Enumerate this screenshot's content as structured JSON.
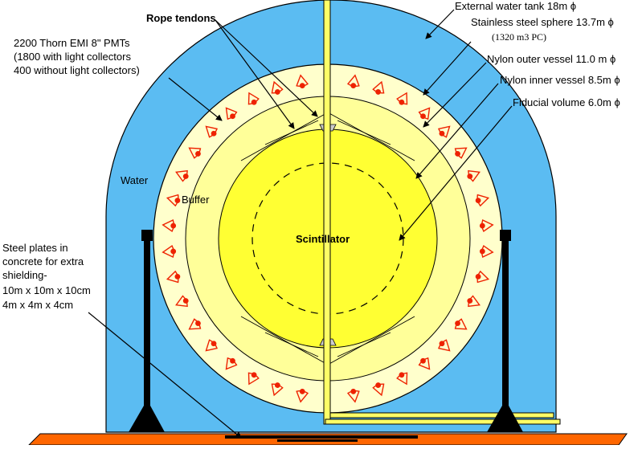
{
  "labels": {
    "rope_tendons": "Rope tendons",
    "pmts_line1": "2200 Thorn EMI 8\" PMTs",
    "pmts_line2": "(1800 with light collectors",
    "pmts_line3": "400 without  light collectors)",
    "water": "Water",
    "buffer": "Buffer",
    "scintillator": "Scintillator",
    "external_tank": "External water tank 18m ϕ",
    "steel_sphere": "Stainless steel sphere 13.7m ϕ",
    "steel_sphere_volume": "(1320 m3 PC)",
    "outer_vessel": "Nylon outer vessel 11.0 m ϕ",
    "inner_vessel": "Nylon inner vessel 8.5m ϕ",
    "fiducial": "Fiducial volume 6.0m ϕ",
    "steel_plates_line1": "Steel plates in",
    "steel_plates_line2": "concrete for extra",
    "steel_plates_line3": "shielding-",
    "steel_plates_line4": "10m x 10m x 10cm",
    "steel_plates_line5": " 4m x 4m x 4cm"
  },
  "colors": {
    "water": "#5bbcf2",
    "buffer": "#ffffcc",
    "outer_vessel_fill": "#ffff99",
    "scintillator": "#ffff33",
    "pmt": "#ee2200",
    "floor": "#ff6600",
    "pipe": "#ffff66"
  }
}
